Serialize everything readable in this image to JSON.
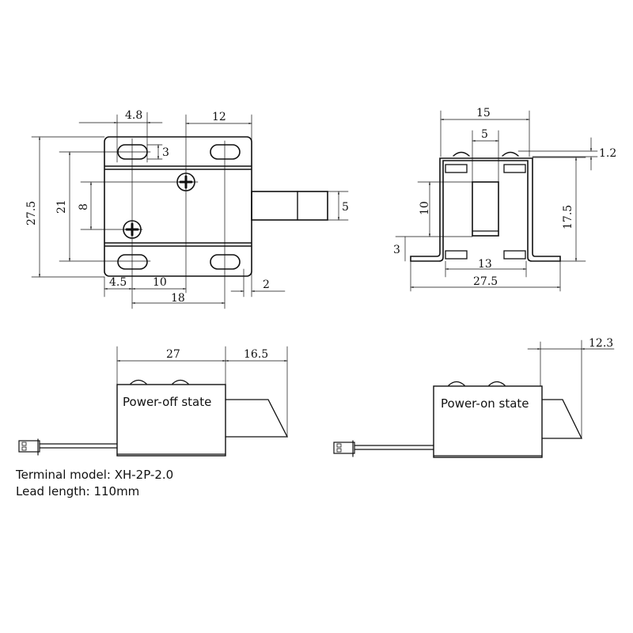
{
  "diagram": {
    "type": "mechanical-dimension-drawing",
    "subject": "electromagnetic cabinet lock solenoid",
    "units": "mm",
    "views": {
      "top_view": {
        "dims": {
          "slot_width": "4.8",
          "hole_to_edge": "12",
          "slot_height": "3",
          "overall_height": "27.5",
          "slot_spacing": "21",
          "screw_spacing": "8",
          "plunger_width": "5",
          "left_offset": "4.5",
          "screw_offset": "10",
          "slot_pitch": "18",
          "edge_gap": "2"
        }
      },
      "end_view": {
        "dims": {
          "body_width": "15",
          "plunger_width": "5",
          "screw_head": "1.2",
          "plunger_height": "10",
          "height": "17.5",
          "flange_height": "3",
          "inner_width": "13",
          "base_width": "27.5"
        }
      },
      "power_off_view": {
        "label": "Power-off state",
        "dims": {
          "body_length": "27",
          "plunger_extension": "16.5"
        }
      },
      "power_on_view": {
        "label": "Power-on state",
        "dims": {
          "plunger_extension": "12.3"
        }
      }
    },
    "notes": {
      "terminal": "Terminal model: XH-2P-2.0",
      "lead": "Lead length: 110mm"
    }
  }
}
